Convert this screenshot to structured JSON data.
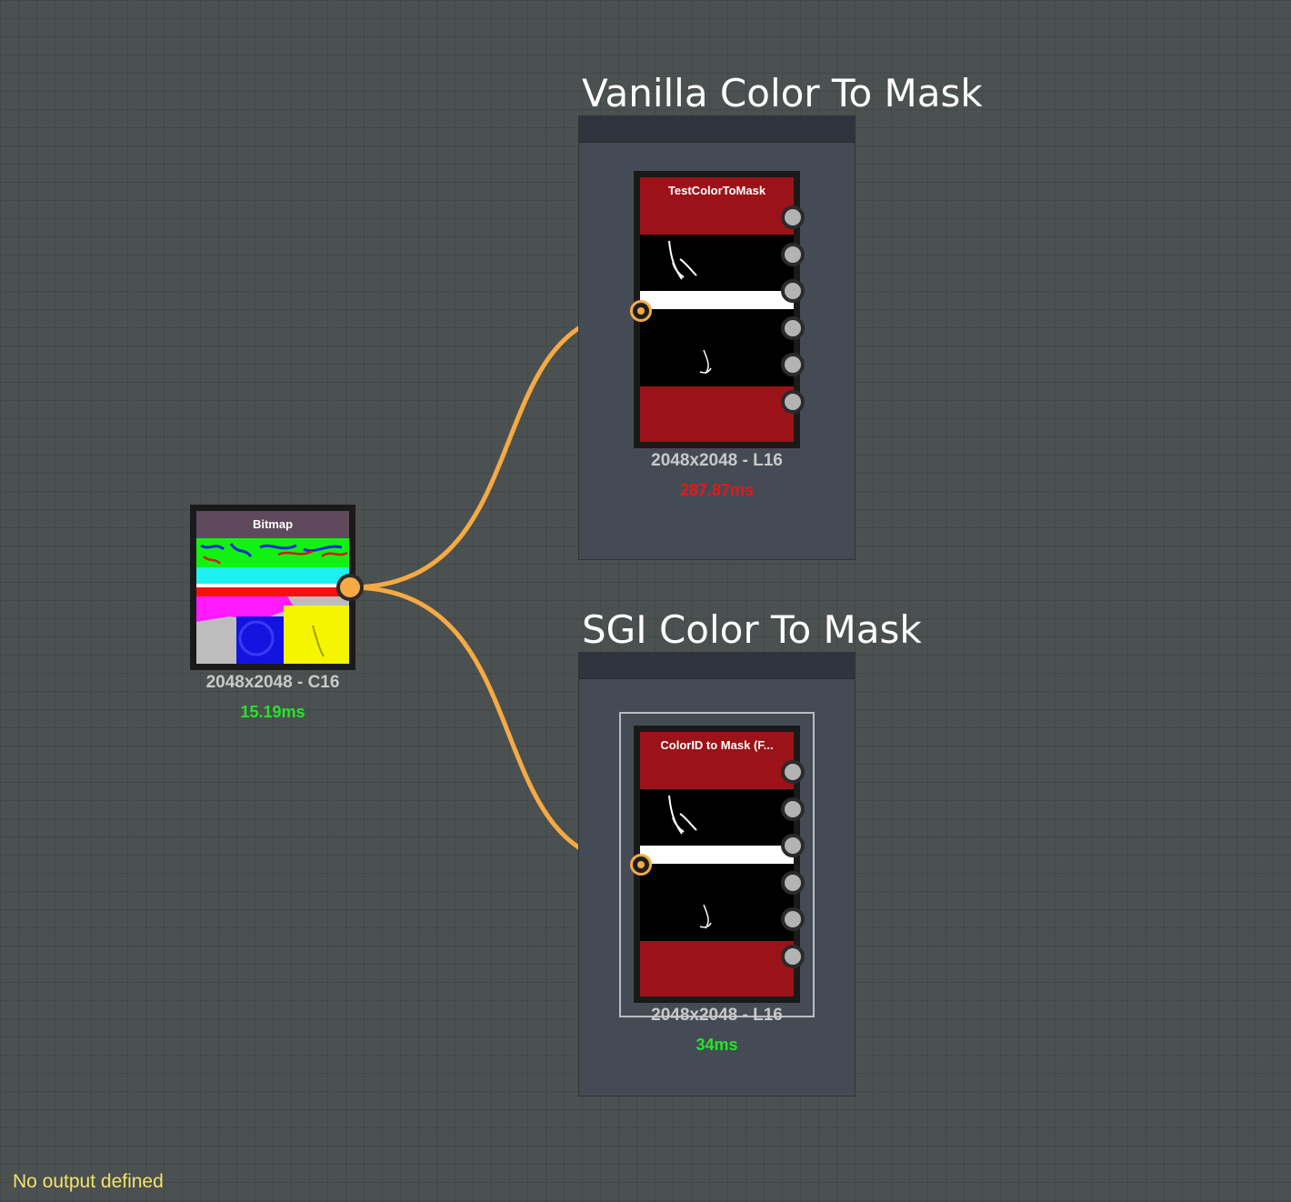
{
  "canvas": {
    "grid_color": "#4b5150",
    "wire_color": "#f5aa45"
  },
  "frames": [
    {
      "title": "Vanilla Color To Mask"
    },
    {
      "title": "SGI Color To Mask"
    }
  ],
  "nodes": {
    "bitmap": {
      "title": "Bitmap",
      "resolution": "2048x2048 - C16",
      "time": "15.19ms",
      "time_color": "#27e32a",
      "header_color": "#5e4a5c"
    },
    "vanilla": {
      "title": "TestColorToMask",
      "resolution": "2048x2048 - L16",
      "time": "287.87ms",
      "time_color": "#e51818",
      "header_color": "#9b1318",
      "output_ports": 6
    },
    "sgi": {
      "title": "ColorID to Mask (F...",
      "resolution": "2048x2048 - L16",
      "time": "34ms",
      "time_color": "#27e32a",
      "header_color": "#9b1318",
      "output_ports": 6,
      "selected": true
    }
  },
  "status": {
    "text": "No output defined",
    "color": "#f2e36a"
  }
}
